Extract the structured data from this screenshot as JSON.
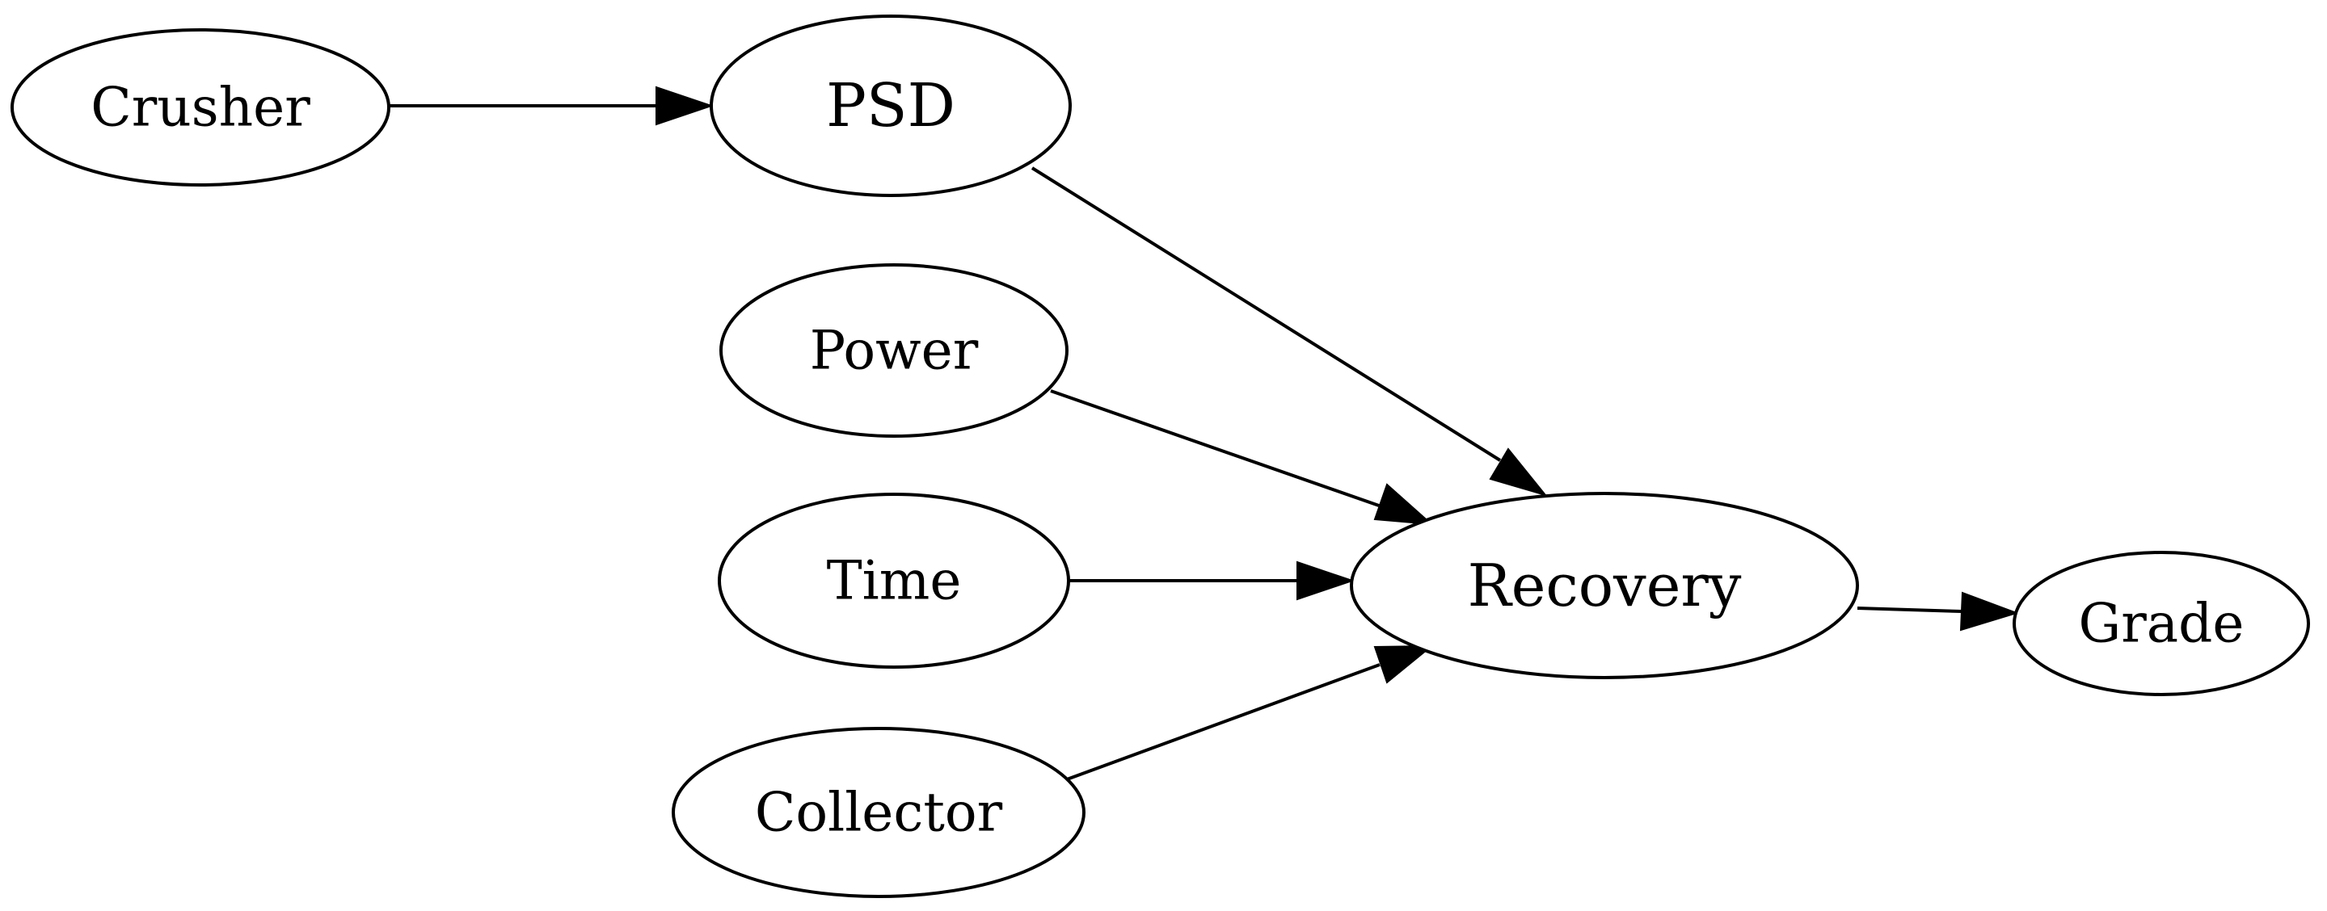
{
  "nodes": {
    "crusher": "Crusher",
    "psd": "PSD",
    "power": "Power",
    "time": "Time",
    "collector": "Collector",
    "recovery": "Recovery",
    "grade": "Grade"
  },
  "edges": [
    {
      "from": "crusher",
      "to": "psd"
    },
    {
      "from": "psd",
      "to": "recovery"
    },
    {
      "from": "power",
      "to": "recovery"
    },
    {
      "from": "time",
      "to": "recovery"
    },
    {
      "from": "collector",
      "to": "recovery"
    },
    {
      "from": "recovery",
      "to": "grade"
    }
  ]
}
